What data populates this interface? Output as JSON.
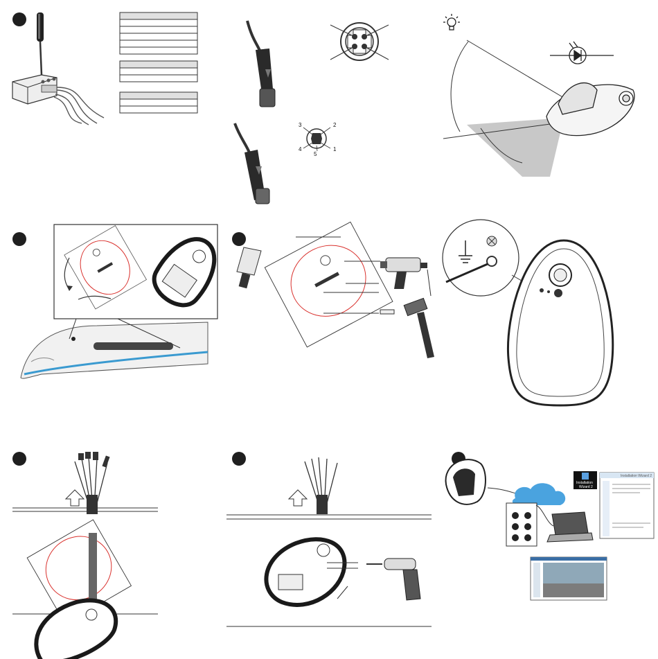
{
  "steps": [
    {
      "id": 1,
      "marker": "step-1"
    },
    {
      "id": 2,
      "marker": "step-2"
    },
    {
      "id": 3,
      "marker": "step-3"
    },
    {
      "id": 4,
      "marker": "step-4"
    },
    {
      "id": 5,
      "marker": "step-5"
    },
    {
      "id": 6,
      "marker": "step-6"
    },
    {
      "id": 7,
      "marker": "step-7"
    },
    {
      "id": 8,
      "marker": "step-8"
    },
    {
      "id": 9,
      "marker": "step-9"
    }
  ],
  "connector_5pin": {
    "pin_labels": [
      "3",
      "2",
      "4",
      "5",
      "1"
    ]
  },
  "wizard_icon": {
    "label_line1": "Installation",
    "label_line2": "Wizard 2"
  },
  "wizard_window": {
    "title": "Installation Wizard 2"
  },
  "icons": [
    "screwdriver-icon",
    "terminal-block-icon",
    "m12-cable-icon",
    "lightbulb-icon",
    "photodiode-symbol-icon",
    "train-icon",
    "drill-icon",
    "hammer-icon",
    "ground-symbol-icon",
    "screw-icon",
    "cordless-screwdriver-icon",
    "cloud-icon",
    "switch-icon",
    "laptop-icon",
    "up-arrow-icon"
  ],
  "colors": {
    "ink": "#1f1f1f",
    "template_outline": "#d9302c",
    "train_stripe": "#3a9ad0",
    "cloud": "#4aa3df",
    "shade": "#c8c8c8"
  }
}
